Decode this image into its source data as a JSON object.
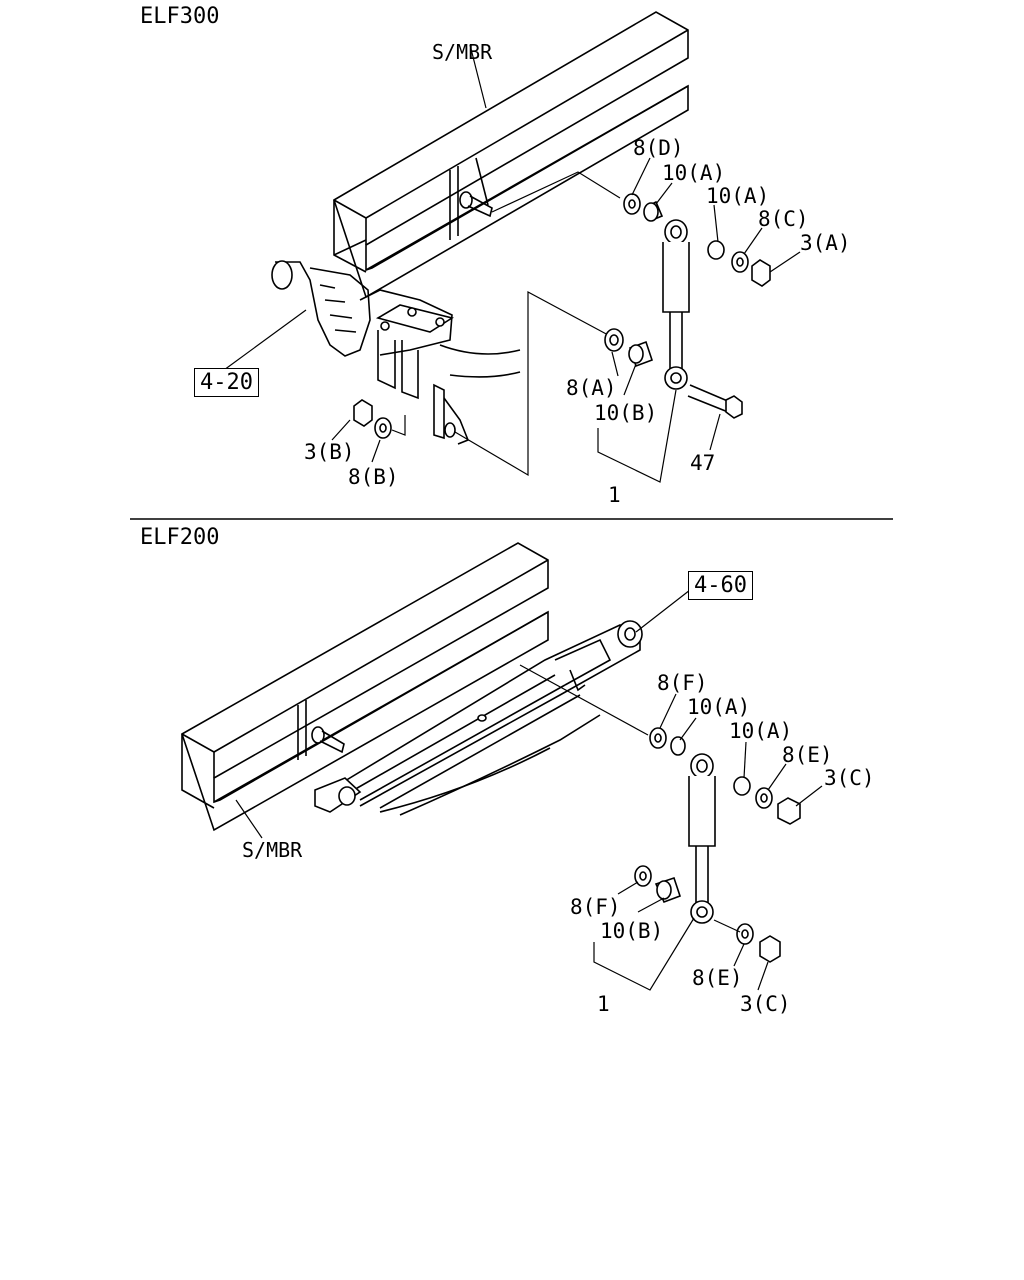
{
  "sections": [
    {
      "model": "ELF300",
      "frame_label": "S/MBR",
      "ref_box": "4-20",
      "labels": [
        "8(D)",
        "10(A)",
        "10(A)",
        "8(C)",
        "3(A)",
        "8(A)",
        "10(B)",
        "3(B)",
        "8(B)",
        "47",
        "1"
      ]
    },
    {
      "model": "ELF200",
      "frame_label": "S/MBR",
      "ref_box": "4-60",
      "labels": [
        "8(F)",
        "10(A)",
        "10(A)",
        "8(E)",
        "3(C)",
        "8(F)",
        "10(B)",
        "8(E)",
        "3(C)",
        "1"
      ]
    }
  ]
}
